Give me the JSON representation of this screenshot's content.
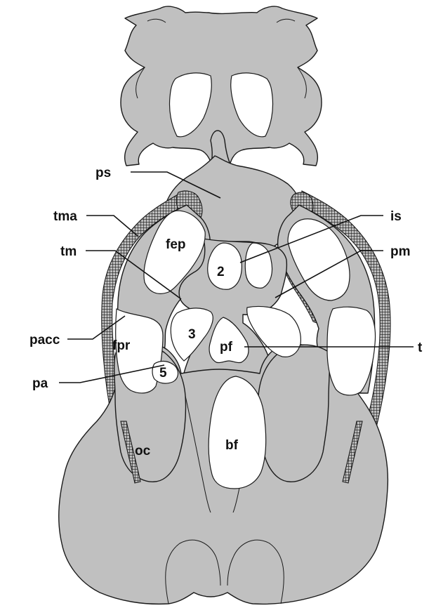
{
  "labels": {
    "ps": "ps",
    "tma": "tma",
    "tm": "tm",
    "pacc": "pacc",
    "pa": "pa",
    "is": "is",
    "pm": "pm",
    "t": "t",
    "fep": "fep",
    "fpr": "fpr",
    "oc": "oc",
    "pf": "pf",
    "bf": "bf",
    "n2": "2",
    "n3": "3",
    "n5": "5"
  },
  "colors": {
    "bone": "#c0c0c0",
    "outline": "#1a1a1a",
    "cartilage_hatch": "#1a1a1a",
    "background": "#ffffff"
  }
}
